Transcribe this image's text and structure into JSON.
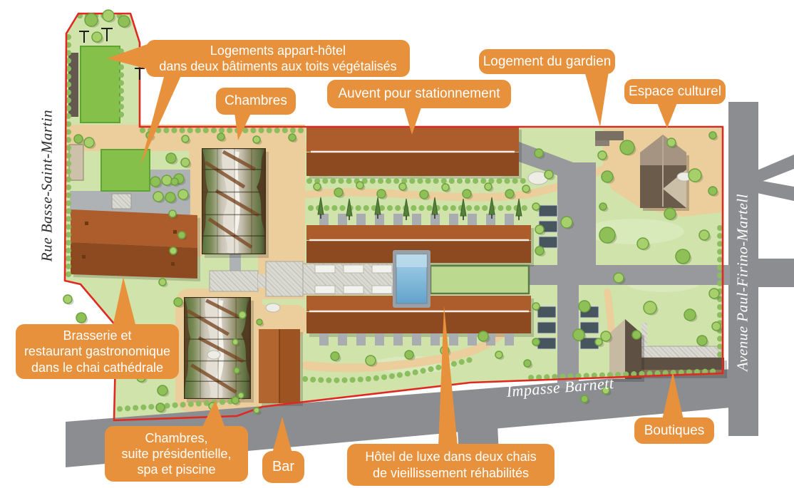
{
  "streets": {
    "rue": "Rue Basse-Saint-Martin",
    "avenue": "Avenue Paul-Firino-Martell",
    "impasse": "Impasse Barnett"
  },
  "callouts": {
    "logements": "Logements appart-hôtel\ndans deux bâtiments aux toits végétalisés",
    "chambres": "Chambres",
    "auvent": "Auvent pour stationnement",
    "gardien": "Logement du gardien",
    "espace_culturel": "Espace culturel",
    "brasserie": "Brasserie et\nrestaurant gastronomique\ndans le chai cathédrale",
    "chambres_suite": "Chambres,\nsuite présidentielle,\nspa et piscine",
    "bar": "Bar",
    "hotel_luxe": "Hôtel de luxe dans deux chais\nde vieillissement réhabilités",
    "boutiques": "Boutiques"
  },
  "colors": {
    "callout_orange": "#E8913C",
    "boundary_red": "#E02920",
    "road_gray": "#8B8D90",
    "ground_green": "#CFE3AB",
    "sand": "#EBCE9B",
    "roof_brown_light": "#AC5D2B",
    "roof_brown_dark": "#8D4A20",
    "green_roof": "#85C04B",
    "pool_blue": "#63A3CC"
  }
}
